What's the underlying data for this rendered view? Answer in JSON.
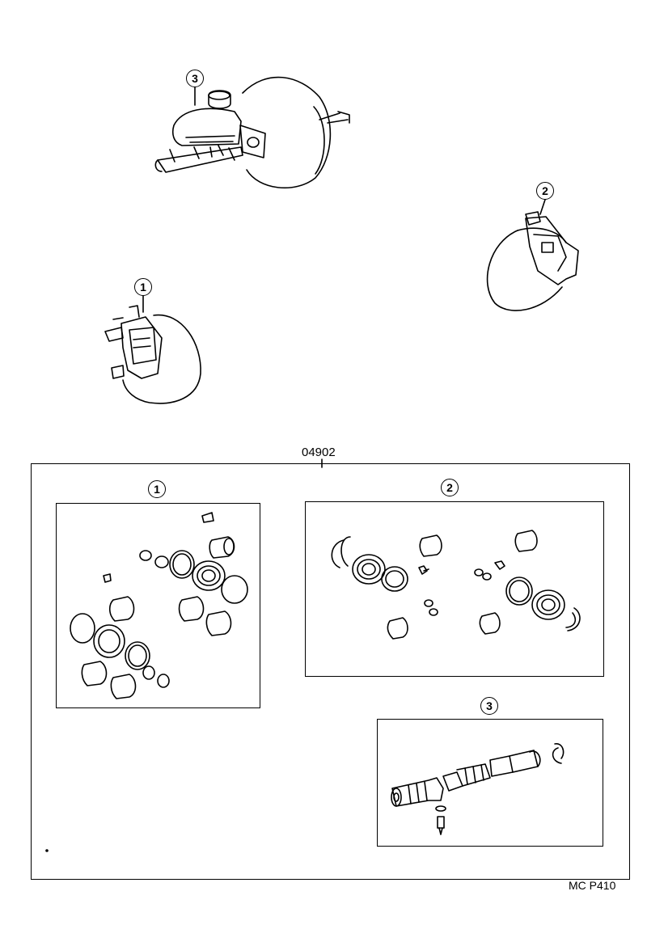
{
  "diagram": {
    "kit_number": "04902",
    "sheet_code": "MC P410",
    "callouts": {
      "master_cylinder": "3",
      "rear_caliper": "2",
      "front_caliper": "1"
    },
    "kits": [
      {
        "callout": "1"
      },
      {
        "callout": "2"
      },
      {
        "callout": "3"
      }
    ]
  }
}
